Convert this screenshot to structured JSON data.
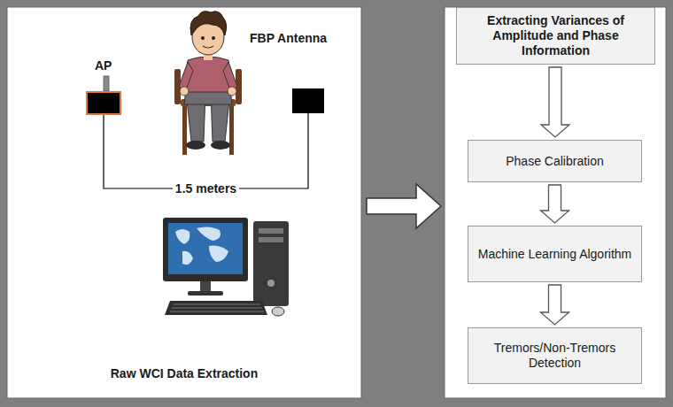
{
  "diagram": {
    "nodes": [
      {
        "text": [
          "Raw WCI Data Extraction"
        ]
      },
      {
        "text": [
          "AP"
        ],
        "in": 0
      },
      {
        "text": [
          "FBP Antenna"
        ],
        "in": 0
      },
      {
        "text": [
          "Extracting Variances of Amplitude and Phase Information"
        ]
      },
      {
        "text": [
          "Phase Calibration"
        ]
      },
      {
        "text": [
          "Machine Learning Algorithm"
        ]
      },
      {
        "text": [
          "Tremors/Non-Tremors Detection"
        ]
      }
    ],
    "edges": [
      {
        "from": 1,
        "to": 2,
        "arrow": "none",
        "label": "1.5 meters"
      },
      {
        "from": 3,
        "to": 4,
        "arrow": "to"
      },
      {
        "from": 4,
        "to": 5,
        "arrow": "to"
      },
      {
        "from": 5,
        "to": 6,
        "arrow": "to"
      }
    ]
  }
}
